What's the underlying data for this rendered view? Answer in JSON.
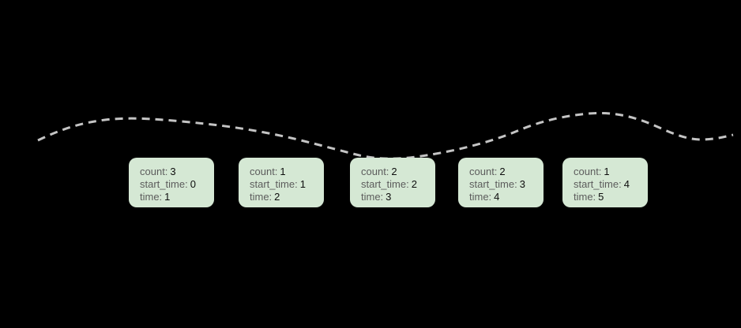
{
  "diagram": {
    "background_color": "#000000",
    "curve": {
      "description": "dashed-trend-curve",
      "color": "#c4c4c4",
      "style": "dashed"
    },
    "node_fill_color": "#d5e8d4",
    "labels": {
      "count": "count:",
      "start_time": "start_time:",
      "time": "time:"
    },
    "nodes": [
      {
        "count": "3",
        "start_time": "0",
        "time": "1"
      },
      {
        "count": "1",
        "start_time": "1",
        "time": "2"
      },
      {
        "count": "2",
        "start_time": "2",
        "time": "3"
      },
      {
        "count": "2",
        "start_time": "3",
        "time": "4"
      },
      {
        "count": "1",
        "start_time": "4",
        "time": "5"
      }
    ]
  }
}
